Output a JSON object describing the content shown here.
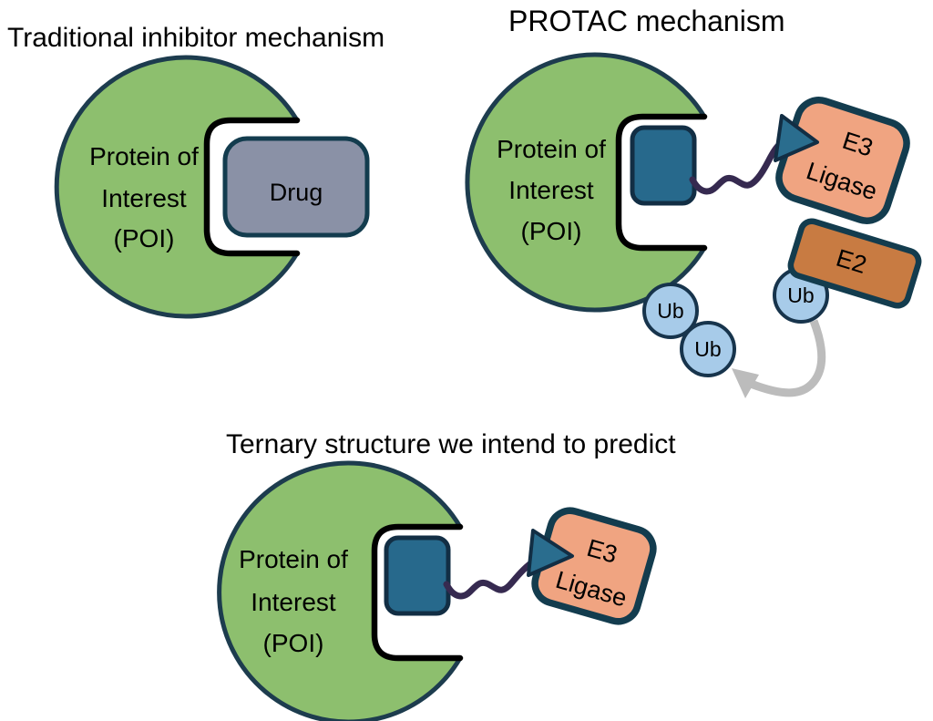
{
  "colors": {
    "bg": "#ffffff",
    "text": "#000000",
    "poi_fill": "#8dbf6e",
    "poi_edge": "#1d3c4e",
    "notch": "#000000",
    "drug_fill": "#8a91a6",
    "warhead_fill": "#27698c",
    "linker": "#362a50",
    "arrowhead_fill": "#2a6d8e",
    "edge_dark": "#133c4e",
    "edge_navy": "#122e44",
    "e3_fill": "#f0a481",
    "e2_fill": "#c87b42",
    "ub_fill": "#a7cbe9",
    "ub_edge": "#17344c",
    "transfer_arrow": "#bcbcbc"
  },
  "panels": {
    "traditional": {
      "title": "Traditional inhibitor mechanism",
      "poi_lines": [
        "Protein of",
        "Interest",
        "(POI)"
      ],
      "drug_label": "Drug"
    },
    "protac": {
      "title": "PROTAC mechanism",
      "poi_lines": [
        "Protein of",
        "Interest",
        "(POI)"
      ],
      "e3_lines": [
        "E3",
        "Ligase"
      ],
      "e2_label": "E2",
      "ub_labels": [
        "Ub",
        "Ub",
        "Ub"
      ]
    },
    "ternary": {
      "title": "Ternary structure we intend to predict",
      "poi_lines": [
        "Protein of",
        "Interest",
        "(POI)"
      ],
      "e3_lines": [
        "E3",
        "Ligase"
      ]
    }
  },
  "icons": {
    "linker_wave": "squiggle-line",
    "recruit_arrowhead": "triangle-right",
    "ubiquitin_transfer": "curved-arrow"
  }
}
